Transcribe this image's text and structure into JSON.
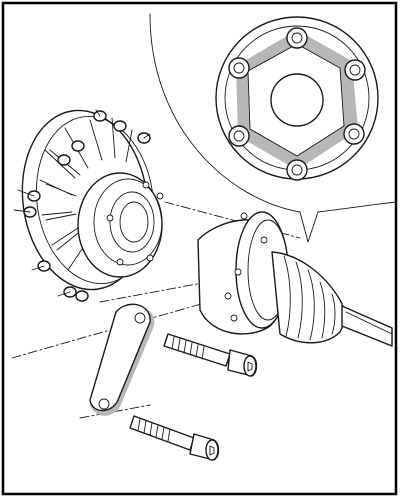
{
  "diagram": {
    "type": "exploded-view-technical-illustration",
    "colors": {
      "ink": "#1a1a1a",
      "background": "#ffffff",
      "shading": "#b7b7b7",
      "frame": "#000000"
    },
    "parts": [
      "flange-cover",
      "cv-joint-housing",
      "rubber-boot",
      "drive-shaft",
      "lock-plate",
      "socket-head-bolt-upper",
      "socket-head-bolt-lower",
      "detail-inset-six-bolt-flange"
    ],
    "detail_inset": {
      "bolt_count": 6
    }
  }
}
